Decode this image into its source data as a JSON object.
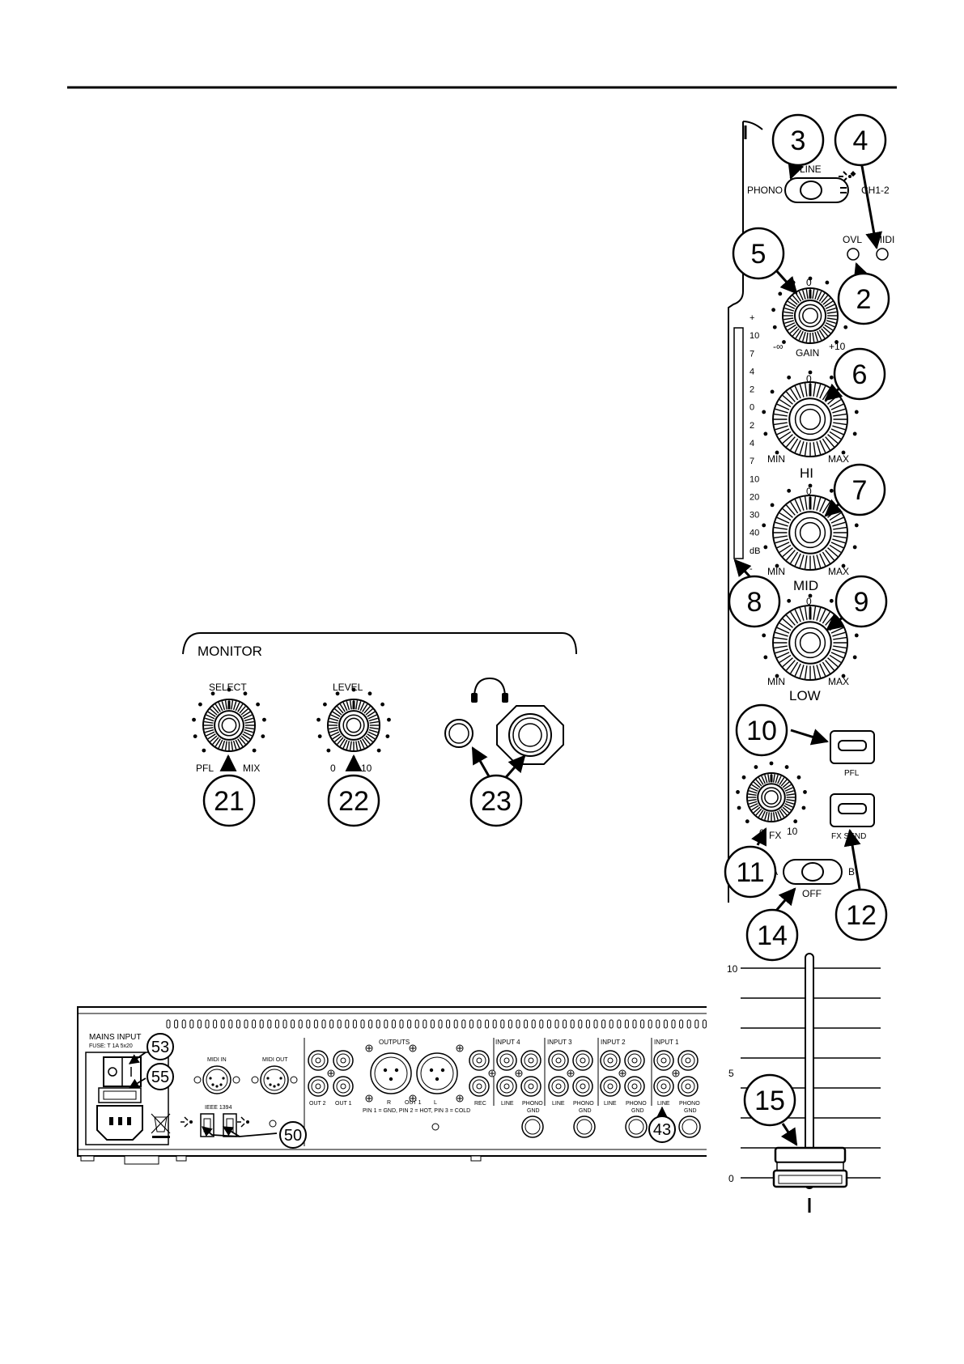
{
  "channel": {
    "switch_phono": "PHONO",
    "switch_line": "LINE",
    "channel_label": "CH1-2",
    "ovl_label": "OVL",
    "midi_label": "MIDI",
    "gain": {
      "zero": "0",
      "min": "-∞",
      "name": "GAIN",
      "max": "+10"
    },
    "hi": {
      "zero": "0",
      "min": "MIN",
      "max": "MAX",
      "name": "HI"
    },
    "mid": {
      "zero": "0",
      "min": "MIN",
      "max": "MAX",
      "name": "MID"
    },
    "low": {
      "zero": "0",
      "min": "MIN",
      "max": "MAX",
      "name": "LOW"
    },
    "meter_scale": [
      "+",
      "10",
      "7",
      "4",
      "2",
      "0",
      "2",
      "4",
      "7",
      "10",
      "20",
      "30",
      "40",
      "dB",
      "-"
    ],
    "pfl_label": "PFL",
    "fx_send_label": "FX SEND",
    "fx": {
      "min": "0",
      "name": "FX",
      "max": "10"
    },
    "assign": {
      "a": "A",
      "b": "B",
      "off": "OFF"
    },
    "fader_scale": [
      "10",
      "5",
      "0"
    ]
  },
  "monitor": {
    "title": "MONITOR",
    "select_label": "SELECT",
    "select_min": "PFL",
    "select_max": "MIX",
    "level_label": "LEVEL",
    "level_min": "0",
    "level_max": "10"
  },
  "rear": {
    "mains_input": "MAINS INPUT",
    "fuse": "FUSE: T 1A 5x20",
    "midi_in": "MIDI IN",
    "midi_out": "MIDI OUT",
    "ieee": "IEEE 1394",
    "outputs": "OUTPUTS",
    "out2": "OUT 2",
    "out1": "OUT 1",
    "xlr_r": "R",
    "xlr_out1": "OUT 1",
    "xlr_l": "L",
    "pin_note": "PIN 1 = GND, PIN 2 = HOT, PIN 3 = COLD",
    "rec": "REC",
    "inputs": [
      {
        "name": "INPUT 4",
        "line": "LINE",
        "phono": "PHONO",
        "gnd": "GND"
      },
      {
        "name": "INPUT 3",
        "line": "LINE",
        "phono": "PHONO",
        "gnd": "GND"
      },
      {
        "name": "INPUT 2",
        "line": "LINE",
        "phono": "PHONO",
        "gnd": "GND"
      },
      {
        "name": "INPUT 1",
        "line": "LINE",
        "phono": "PHONO",
        "gnd": "GND"
      }
    ]
  },
  "callouts": {
    "c2": "2",
    "c3": "3",
    "c4": "4",
    "c5": "5",
    "c6": "6",
    "c7": "7",
    "c8": "8",
    "c9": "9",
    "c10": "10",
    "c11": "11",
    "c12": "12",
    "c14": "14",
    "c15": "15",
    "c21": "21",
    "c22": "22",
    "c23": "23",
    "c43": "43",
    "c50": "50",
    "c53": "53",
    "c55": "55"
  }
}
